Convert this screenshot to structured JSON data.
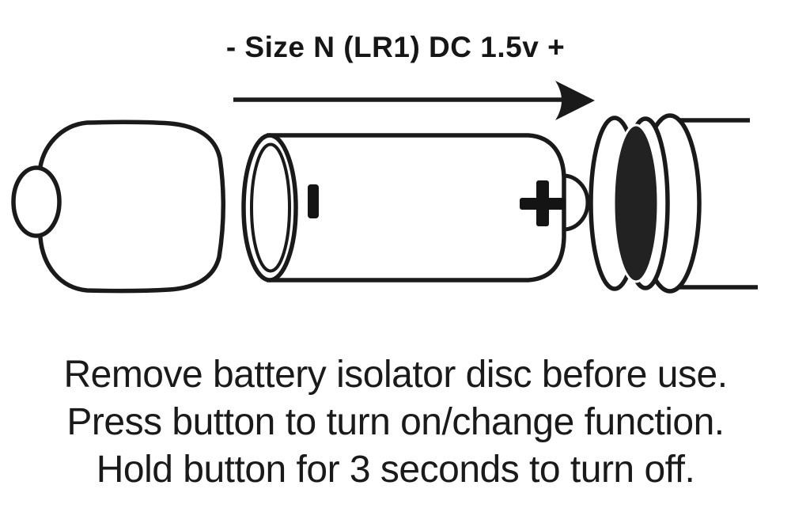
{
  "diagram": {
    "battery_spec_label": "- Size N (LR1) DC 1.5v +",
    "arrow_direction": "right",
    "battery_minus_marking": "-",
    "battery_plus_marking": "+",
    "colors": {
      "ink": "#1a1a1a",
      "isolator_disc_fill": "#222222",
      "background": "#ffffff"
    }
  },
  "instructions": {
    "lines": [
      "Remove battery isolator disc before use.",
      "Press button to turn on/change function.",
      "Hold button for 3 seconds to turn off."
    ]
  }
}
